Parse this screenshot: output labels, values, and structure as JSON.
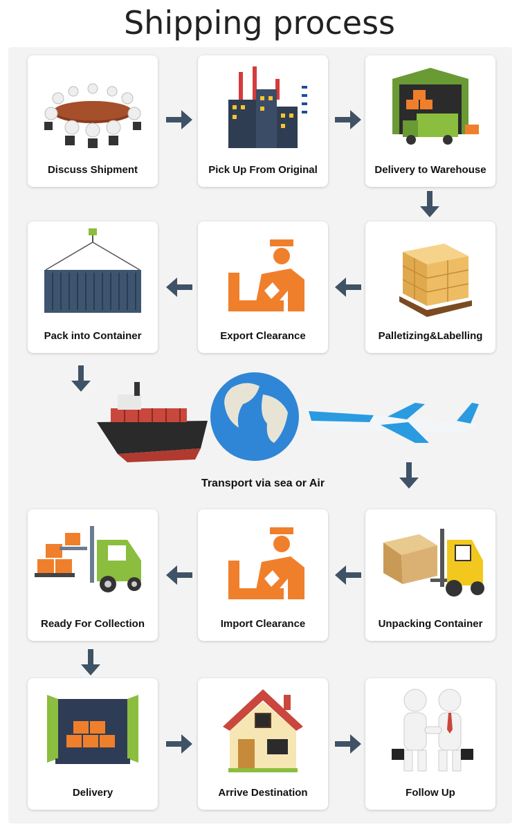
{
  "title": "Shipping process",
  "steps": [
    {
      "label": "Discuss Shipment",
      "icon": "meeting-icon"
    },
    {
      "label": "Pick Up From Original",
      "icon": "factory-icon"
    },
    {
      "label": "Delivery to Warehouse",
      "icon": "warehouse-truck-icon"
    },
    {
      "label": "Palletizing&Labelling",
      "icon": "pallet-boxes-icon"
    },
    {
      "label": "Export Clearance",
      "icon": "customs-officer-icon"
    },
    {
      "label": "Pack into Container",
      "icon": "container-crane-icon"
    },
    {
      "label": "Transport via sea or Air",
      "icon": "ship-globe-plane-icon"
    },
    {
      "label": "Unpacking Container",
      "icon": "forklift-box-icon"
    },
    {
      "label": "Import Clearance",
      "icon": "customs-officer-icon"
    },
    {
      "label": "Ready For Collection",
      "icon": "forklift-boxes-icon"
    },
    {
      "label": "Delivery",
      "icon": "delivery-truck-icon"
    },
    {
      "label": "Arrive Destination",
      "icon": "house-icon"
    },
    {
      "label": "Follow Up",
      "icon": "handshake-icon"
    }
  ],
  "colors": {
    "arrow": "#3f5266",
    "accent_orange": "#f07f2c",
    "panel": "#f3f3f3"
  }
}
